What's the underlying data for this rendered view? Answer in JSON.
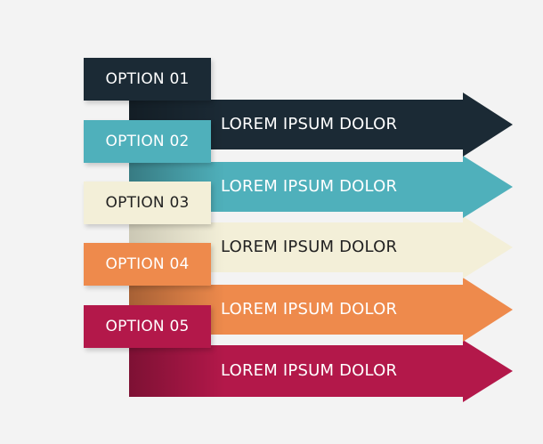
{
  "colors": {
    "navy": "#1b2a35",
    "teal": "#4fb0bb",
    "cream": "#f3efd8",
    "orange": "#ee8a4c",
    "crimson": "#b3184a",
    "background": "#f3f3f3"
  },
  "options": [
    {
      "label": "OPTION 01",
      "text": "LOREM IPSUM DOLOR",
      "color": "#1b2a35",
      "label_text_color": "#ffffff",
      "arrow_text_color": "#ffffff"
    },
    {
      "label": "OPTION 02",
      "text": "LOREM IPSUM DOLOR",
      "color": "#4fb0bb",
      "label_text_color": "#ffffff",
      "arrow_text_color": "#ffffff"
    },
    {
      "label": "OPTION 03",
      "text": "LOREM IPSUM DOLOR",
      "color": "#f3efd8",
      "label_text_color": "#222222",
      "arrow_text_color": "#222222"
    },
    {
      "label": "OPTION 04",
      "text": "LOREM IPSUM DOLOR",
      "color": "#ee8a4c",
      "label_text_color": "#ffffff",
      "arrow_text_color": "#ffffff"
    },
    {
      "label": "OPTION 05",
      "text": "LOREM IPSUM DOLOR",
      "color": "#b3184a",
      "label_text_color": "#ffffff",
      "arrow_text_color": "#ffffff"
    }
  ]
}
